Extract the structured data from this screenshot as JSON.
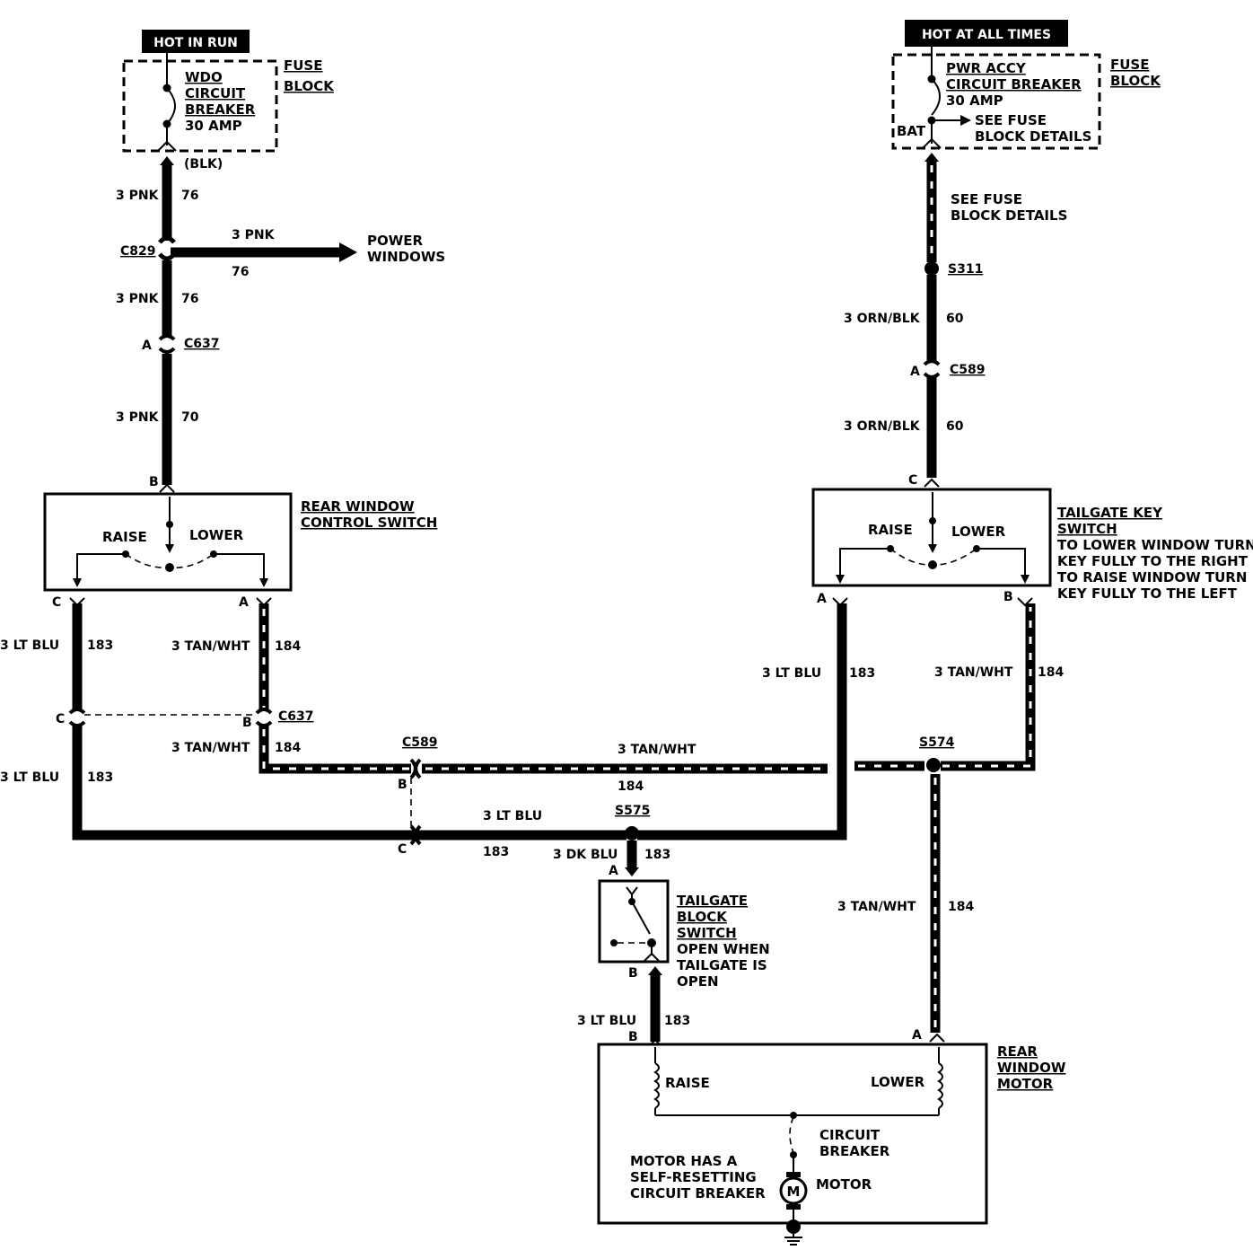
{
  "top_tags": {
    "hot_in_run": "HOT IN RUN",
    "hot_at_all_times": "HOT AT ALL TIMES"
  },
  "fuse_block_left": {
    "title_line1": "FUSE",
    "title_line2": "BLOCK",
    "breaker_line1": "WDO",
    "breaker_line2": "CIRCUIT",
    "breaker_line3": "BREAKER",
    "rating": "30 AMP",
    "terminal": "(BLK)"
  },
  "fuse_block_right": {
    "title_line1": "FUSE",
    "title_line2": "BLOCK",
    "breaker_line1": "PWR ACCY",
    "breaker_line2": "CIRCUIT BREAKER",
    "rating": "30 AMP",
    "bat": "BAT",
    "see_line1": "SEE FUSE",
    "see_line2": "BLOCK DETAILS"
  },
  "left_feed": {
    "w1_gauge": "3 PNK",
    "w1_num": "76",
    "c829": "C829",
    "branch_gauge": "3 PNK",
    "branch_num": "76",
    "branch_dest1": "POWER",
    "branch_dest2": "WINDOWS",
    "w2_gauge": "3 PNK",
    "w2_num": "76",
    "c637_pin": "A",
    "c637": "C637",
    "w3_gauge": "3 PNK",
    "w3_num": "70",
    "switch_pin": "B"
  },
  "right_feed": {
    "see_line1": "SEE FUSE",
    "see_line2": "BLOCK DETAILS",
    "s311": "S311",
    "w1_gauge": "3 ORN/BLK",
    "w1_num": "60",
    "c589_pin": "A",
    "c589": "C589",
    "w2_gauge": "3 ORN/BLK",
    "w2_num": "60",
    "switch_pin": "C"
  },
  "rear_window_control_switch": {
    "title_line1": "REAR WINDOW",
    "title_line2": "CONTROL SWITCH",
    "raise": "RAISE",
    "lower": "LOWER",
    "pin_c": "C",
    "pin_a": "A"
  },
  "tailgate_key_switch": {
    "title_line1": "TAILGATE KEY",
    "title_line2": "SWITCH",
    "note1": "TO LOWER WINDOW TURN",
    "note2": "KEY FULLY TO THE RIGHT",
    "note3": "TO RAISE WINDOW TURN",
    "note4": "KEY FULLY TO THE LEFT",
    "raise": "RAISE",
    "lower": "LOWER",
    "pin_a": "A",
    "pin_b": "B"
  },
  "left_lower": {
    "blu_gauge": "3 LT BLU",
    "blu_num": "183",
    "tan_gauge": "3 TAN/WHT",
    "tan_num": "184",
    "c637_pin_c": "C",
    "c637_pin_b": "B",
    "c637": "C637",
    "blu2_gauge": "3 LT BLU",
    "blu2_num": "183",
    "tan2_gauge": "3 TAN/WHT",
    "tan2_num": "184"
  },
  "middle": {
    "c589": "C589",
    "c589_pin_b": "B",
    "c589_pin_c": "C",
    "tan_gauge": "3 TAN/WHT",
    "tan_num": "184",
    "blu_gauge": "3 LT BLU",
    "blu_num": "183",
    "s575": "S575",
    "s574": "S574",
    "dk_gauge": "3 DK BLU",
    "dk_num": "183"
  },
  "right_lower": {
    "blu_gauge": "3 LT BLU",
    "blu_num": "183",
    "tan_gauge": "3 TAN/WHT",
    "tan_num": "184",
    "motor_tan_gauge": "3 TAN/WHT",
    "motor_tan_num": "184"
  },
  "tailgate_block_switch": {
    "pin_a": "A",
    "pin_b": "B",
    "title_line1": "TAILGATE",
    "title_line2": "BLOCK",
    "title_line3": "SWITCH",
    "note1": "OPEN WHEN",
    "note2": "TAILGATE IS",
    "note3": "OPEN",
    "w_gauge": "3 LT BLU",
    "w_num": "183"
  },
  "rear_window_motor": {
    "title_line1": "REAR",
    "title_line2": "WINDOW",
    "title_line3": "MOTOR",
    "pin_b": "B",
    "pin_a": "A",
    "raise": "RAISE",
    "lower": "LOWER",
    "cb_line1": "CIRCUIT",
    "cb_line2": "BREAKER",
    "note1": "MOTOR HAS A",
    "note2": "SELF-RESETTING",
    "note3": "CIRCUIT BREAKER",
    "motor": "MOTOR",
    "m": "M"
  }
}
